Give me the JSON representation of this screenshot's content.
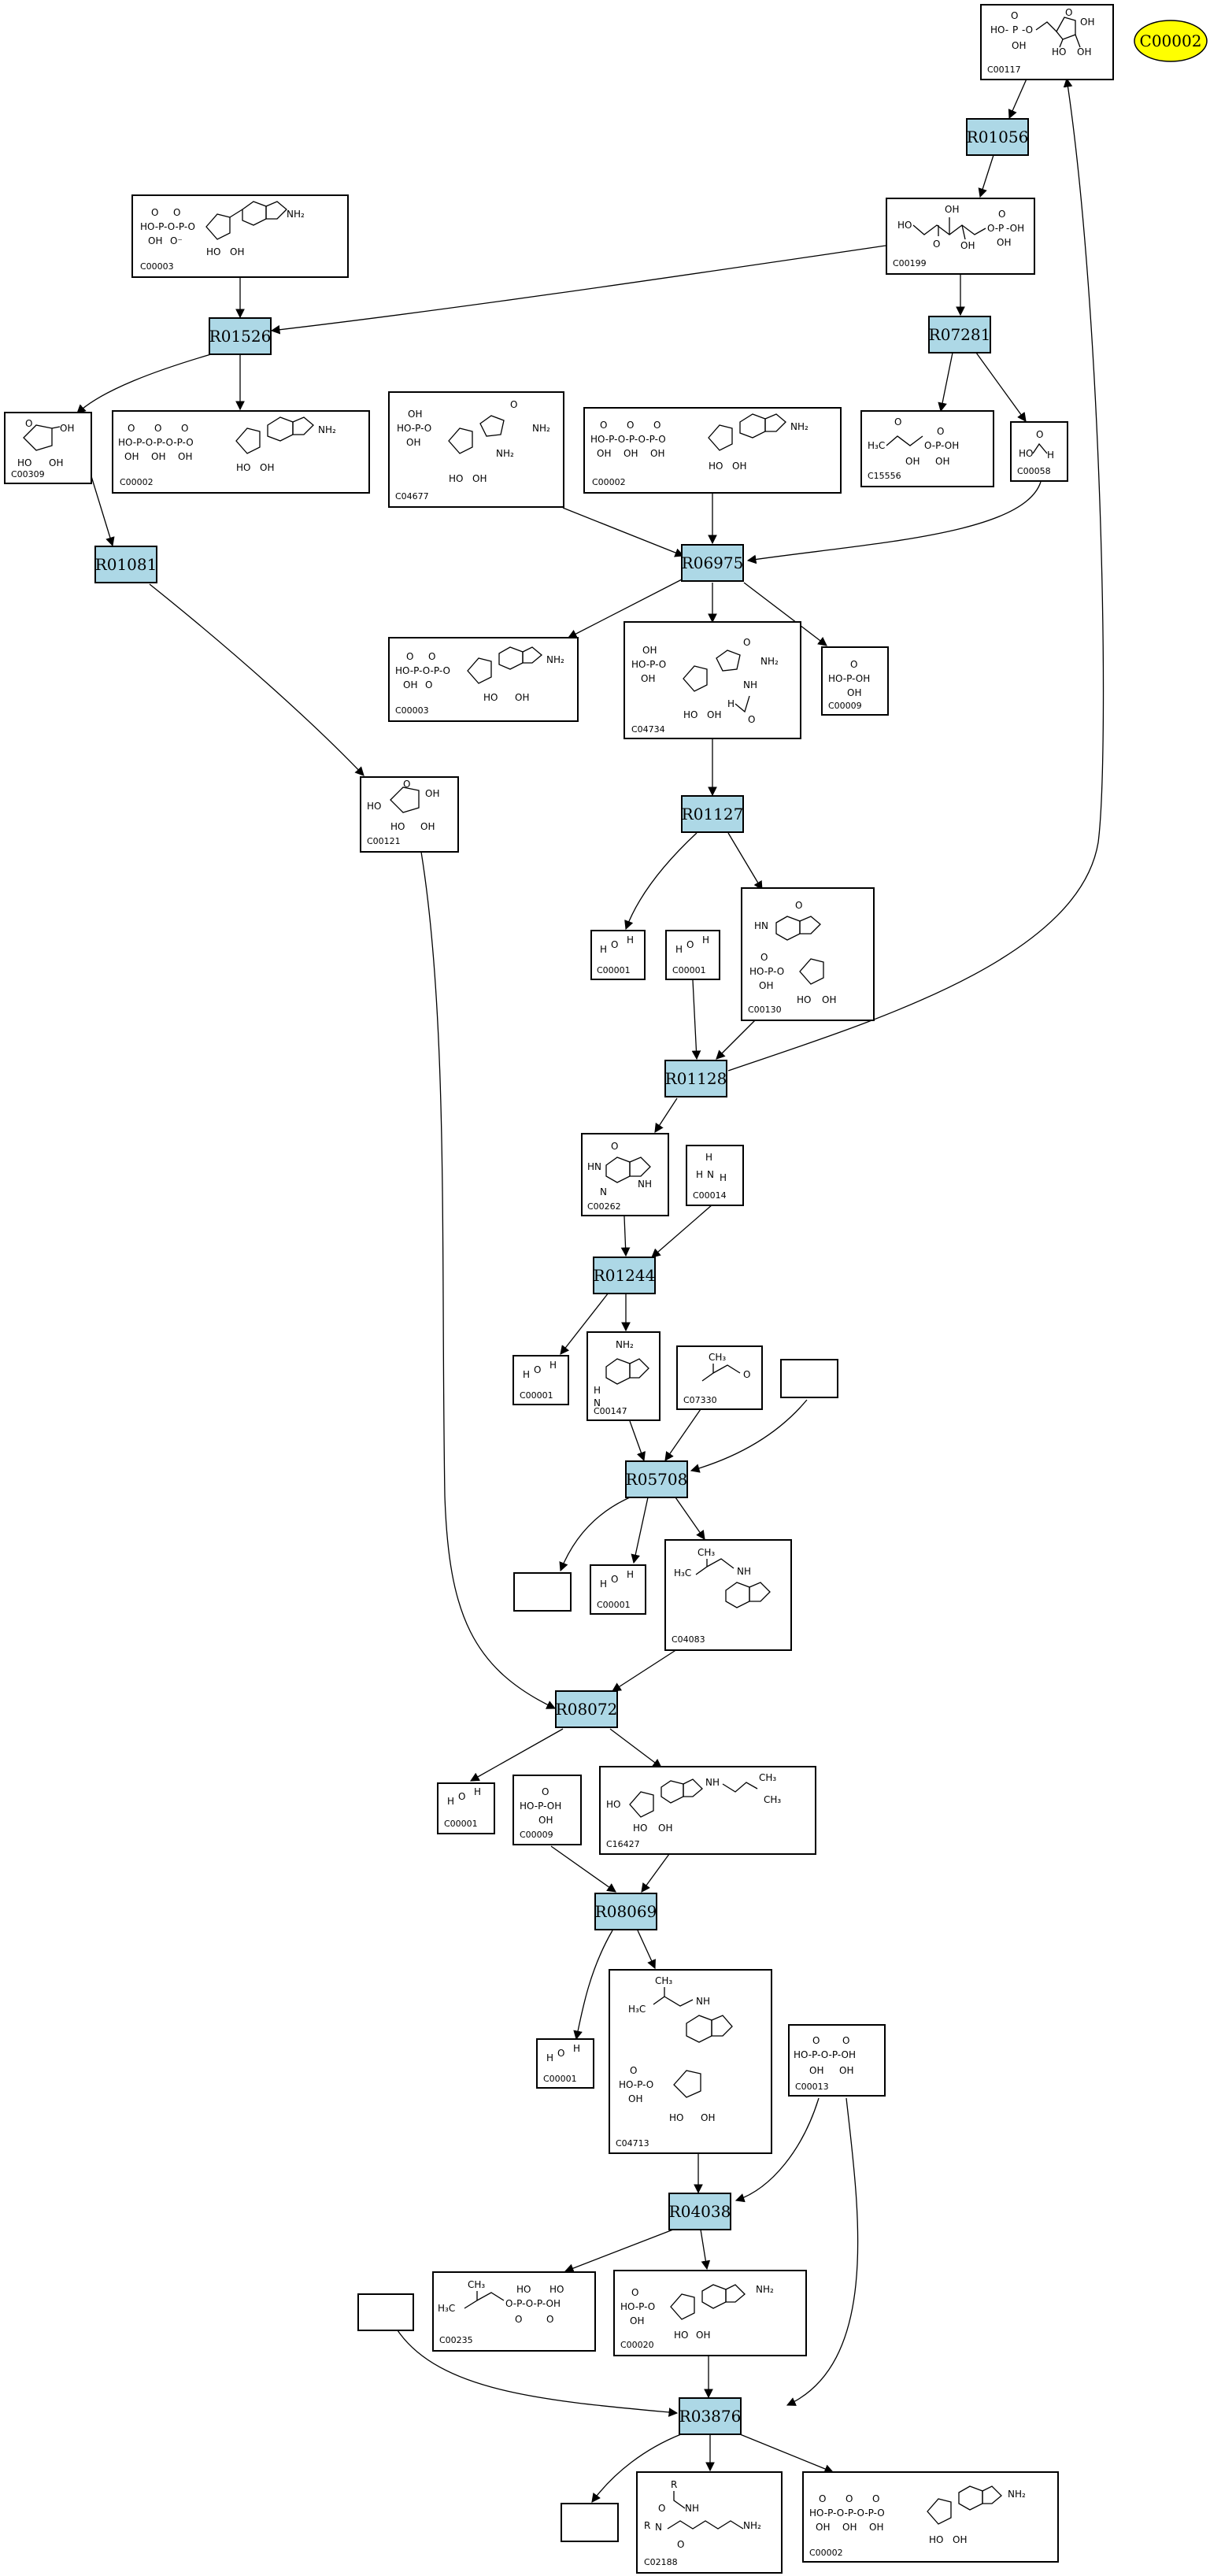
{
  "legend": {
    "label": "C00002",
    "color": "#ffff00"
  },
  "colors": {
    "reaction_fill": "#add8e6"
  },
  "reactions": {
    "R01056": "R01056",
    "R07281": "R07281",
    "R01526": "R01526",
    "R01081": "R01081",
    "R06975": "R06975",
    "R01127": "R01127",
    "R01128": "R01128",
    "R01244": "R01244",
    "R05708": "R05708",
    "R08072": "R08072",
    "R08069": "R08069",
    "R04038": "R04038",
    "R03876": "R03876"
  },
  "compounds": {
    "c00117": "C00117",
    "c00199": "C00199",
    "c00003a": "C00003",
    "c00309": "C00309",
    "c00002a": "C00002",
    "c04677": "C04677",
    "c00002b": "C00002",
    "c15556": "C15556",
    "c00058": "C00058",
    "c00003b": "C00003",
    "c04734": "C04734",
    "c00009a": "C00009",
    "c00121": "C00121",
    "c00001a": "C00001",
    "c00001b": "C00001",
    "c00130": "C00130",
    "c00262": "C00262",
    "c00014": "C00014",
    "c00001c": "C00001",
    "c00147": "C00147",
    "c07330": "C07330",
    "c00001d": "C00001",
    "c04083": "C04083",
    "c00001e": "C00001",
    "c00009b": "C00009",
    "c16427": "C16427",
    "c00001f": "C00001",
    "c04713": "C04713",
    "c00013": "C00013",
    "c00235": "C00235",
    "c00020": "C00020",
    "c02188": "C02188",
    "c00002c": "C00002"
  }
}
